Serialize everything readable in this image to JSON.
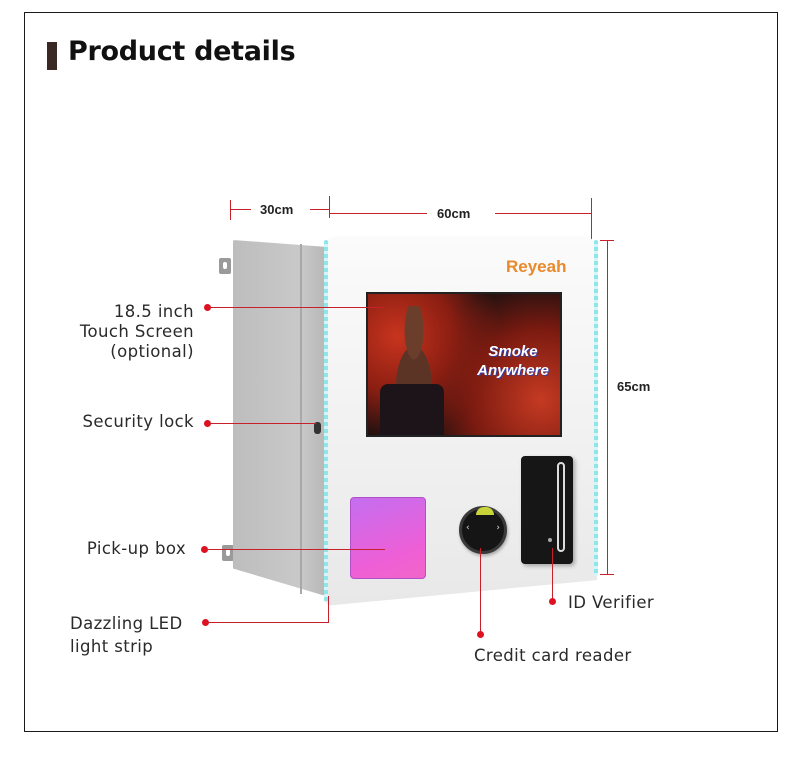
{
  "header": {
    "title": "Product details"
  },
  "dimensions": {
    "depth": "30cm",
    "width": "60cm",
    "height": "65cm"
  },
  "product": {
    "brand": "Reyeah",
    "screen_slogan_line1": "Smoke",
    "screen_slogan_line2": "Anywhere"
  },
  "callouts": {
    "touch_screen": [
      "18.5 inch",
      "Touch Screen",
      "(optional)"
    ],
    "security_lock": "Security lock",
    "pickup_box": "Pick-up box",
    "led_strip": [
      "Dazzling LED",
      "light strip"
    ],
    "id_verifier": "ID Verifier",
    "credit_card_reader": "Credit card reader"
  },
  "colors": {
    "accent_red": "#e01020",
    "brand_orange": "#e88a2c",
    "led_cyan": "#8ee6ea",
    "pickup_pink": "#ee5fd6"
  }
}
